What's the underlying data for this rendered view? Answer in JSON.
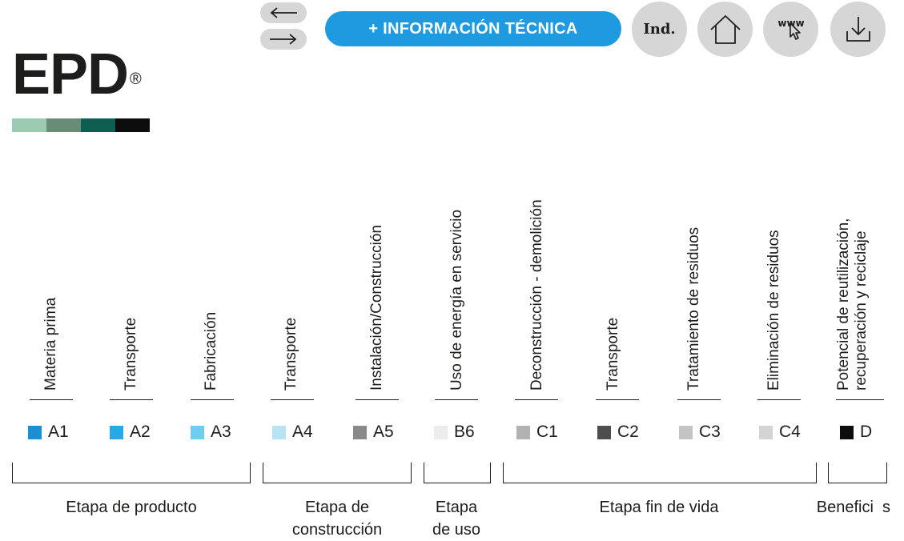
{
  "toolbar": {
    "info_button": "+ INFORMACIÓN TÉCNICA",
    "ind_label": "Ind.",
    "www_label": "www"
  },
  "logo": {
    "text": "EPD",
    "mark": "®"
  },
  "color_bar": [
    "#9ccbb1",
    "#6a8c76",
    "#0e5e52",
    "#0d0d0d"
  ],
  "columns": [
    {
      "label": "Materia prima",
      "code": "A1",
      "color": "#1b8fd0"
    },
    {
      "label": "Transporte",
      "code": "A2",
      "color": "#26a9e6"
    },
    {
      "label": "Fabricación",
      "code": "A3",
      "color": "#6fcdf0"
    },
    {
      "label": "Transporte",
      "code": "A4",
      "color": "#b8e3f3"
    },
    {
      "label": "Instalación/Construcción",
      "code": "A5",
      "color": "#8a8a8a"
    },
    {
      "label": "Uso de energía en servicio",
      "code": "B6",
      "color": "#ececec"
    },
    {
      "label": "Deconstrucción - demolición",
      "code": "C1",
      "color": "#b2b2b2"
    },
    {
      "label": "Transporte",
      "code": "C2",
      "color": "#4e4e4e"
    },
    {
      "label": "Tratamiento de residuos",
      "code": "C3",
      "color": "#c4c4c4"
    },
    {
      "label": "Eliminación de residuos",
      "code": "C4",
      "color": "#d4d4d4"
    },
    {
      "label": "Potencial de reutilización,\nrecuperación y reciclaje",
      "code": "D",
      "color": "#0d0d0d"
    }
  ],
  "stages": {
    "product": "Etapa de producto",
    "construction": "Etapa de\nconstrucción",
    "use": "Etapa\nde uso",
    "end_of_life": "Etapa fin de vida",
    "benefits": "Benefici  s"
  },
  "icons": {
    "back": "arrow-left-icon",
    "forward": "arrow-right-icon",
    "home": "home-icon",
    "www": "www-cursor-icon",
    "download": "download-icon"
  }
}
